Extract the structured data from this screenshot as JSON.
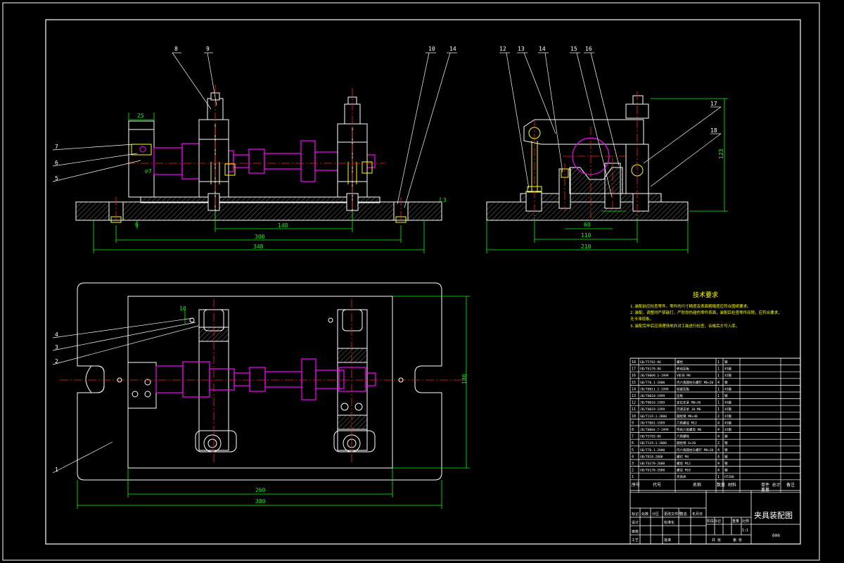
{
  "drawing": {
    "title": "夹具装配图",
    "colors": {
      "background": "#000000",
      "outline": "#ffffff",
      "center": "#ff2020",
      "workpiece": "#ff00ff",
      "dimension": "#00ff00",
      "notes": "#ffff00",
      "hatch": "#808080",
      "visible": "#ffff00"
    },
    "front_view": {
      "balloons": [
        "8",
        "9",
        "10",
        "14",
        "7",
        "6",
        "5"
      ],
      "dims": {
        "overall": "348",
        "span": "300",
        "inner": "148",
        "thick": "25",
        "h": "3",
        "d": "6",
        "bolt": "∅7"
      }
    },
    "side_view": {
      "balloons": [
        "12",
        "13",
        "14",
        "15",
        "16",
        "17",
        "18"
      ],
      "dims": {
        "overall": "210",
        "inner": "110",
        "center": "60",
        "height": "123"
      }
    },
    "top_view": {
      "balloons": [
        "4",
        "3",
        "2",
        "1"
      ],
      "dims": {
        "overall": "380",
        "inner": "260",
        "height": "180",
        "small": "10"
      }
    },
    "tech_req": {
      "title": "技术要求",
      "lines": [
        "1.装配前应检查零件，零件的尺寸精度及表面粗糙度应符合图纸要求。",
        "2.装配，调整时严禁敲打，严防划伤碰伤零件表面，装配后检查零件间隙，应符合要求，",
        "  无卡滞现象。",
        "3.装配完毕后应清理场地并对工装进行检查，合格后方可入库。"
      ]
    },
    "bom": {
      "rows": [
        [
          "18",
          "GB/T5782-86",
          "螺栓",
          "1",
          "钢",
          ""
        ],
        [
          "17",
          "GB/T6170-86",
          "移动压板",
          "1",
          "45钢",
          ""
        ],
        [
          "16",
          "JB/T8009.1-1999",
          "V形块 M8",
          "1",
          "45钢",
          ""
        ],
        [
          "15",
          "GB/T70.1-2000",
          "内六角圆柱头螺钉 M6×20",
          "4",
          "钢",
          ""
        ],
        [
          "14",
          "JB/T8011.2-1999",
          "铰链压板",
          "1",
          "45钢",
          ""
        ],
        [
          "13",
          "JB/T8010-1999",
          "压板",
          "1",
          "钢",
          ""
        ],
        [
          "12",
          "JB/T8016-1999",
          "定位支承 M8×30",
          "1",
          "45钢",
          ""
        ],
        [
          "11",
          "JB/T8019-1999",
          "可调支承 10-M8",
          "1",
          "45钢",
          ""
        ],
        [
          "10",
          "GB/T119.1-2000",
          "圆柱销 M8×40",
          "2",
          "45钢",
          ""
        ],
        [
          "9",
          "JB/T7001-1999",
          "六角螺母 M12",
          "4",
          "45钢",
          ""
        ],
        [
          "8",
          "JB/T8004.7-1999",
          "带肩六角螺母 M8",
          "4",
          "45钢",
          ""
        ],
        [
          "7",
          "GB/T5783-86",
          "六角螺栓",
          "4",
          "钢",
          ""
        ],
        [
          "6",
          "GB/T119.1-2000",
          "圆柱销 6×20",
          "2",
          "钢",
          ""
        ],
        [
          "5",
          "GB/T70.1-2000",
          "内六角圆柱头螺钉 M8×20",
          "4",
          "钢",
          ""
        ],
        [
          "4",
          "GB/T818-2000",
          "螺钉 M4",
          "4",
          "钢",
          ""
        ],
        [
          "3",
          "GB/T6170-2000",
          "螺母 M12",
          "4",
          "钢",
          ""
        ],
        [
          "2",
          "GB/T6170-2000",
          "螺母 M10",
          "4",
          "钢",
          ""
        ],
        [
          "1",
          "",
          "夹具体",
          "1",
          "HT200",
          ""
        ]
      ],
      "header": [
        "序号",
        "代号",
        "名称",
        "数量",
        "材料",
        "单件 总计\n重量",
        "备注"
      ],
      "title_cells": [
        "标记",
        "处数",
        "分区",
        "更改文件号",
        "签名",
        "年月日",
        "设计",
        "标准化",
        "审核",
        "工艺",
        "批准",
        "阶段标记",
        "重量",
        "比例",
        "1:1",
        "共 张",
        "第 张"
      ],
      "drawing_no": "000"
    }
  }
}
